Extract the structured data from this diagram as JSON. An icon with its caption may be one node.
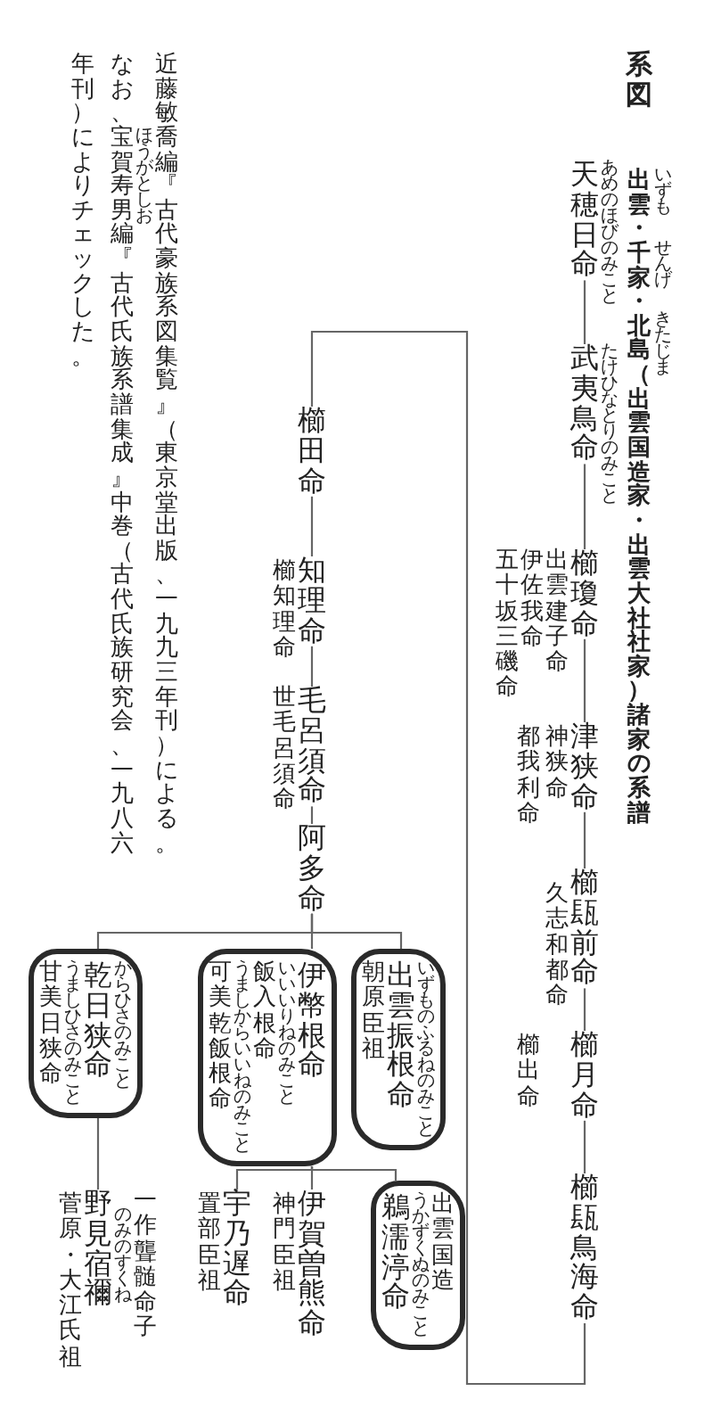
{
  "diagram": {
    "title": "系図",
    "nodes": [
      {
        "text": [
          "天穂日命",
          "あめのほびのみこと"
        ]
      },
      {
        "text": [
          "武夷鳥命",
          "たけひなとりのみこと"
        ]
      },
      {
        "text": [
          "櫛瓊命"
        ],
        "beside": [
          "出雲建子命",
          "伊佐我命",
          "五十坂三磯命"
        ]
      },
      {
        "text": [
          "津狭命"
        ],
        "beside": [
          "神狭命",
          "都我利命"
        ]
      },
      {
        "text": [
          "櫛瓺前命"
        ],
        "beside": [
          "久志和都命"
        ]
      },
      {
        "text": [
          "櫛月命"
        ],
        "beside": [
          "櫛出命"
        ]
      },
      {
        "text": [
          "櫛瓺鳥海命"
        ]
      },
      {
        "text": [
          "櫛田命"
        ]
      },
      {
        "text": [
          "知理命"
        ],
        "beside": [
          "櫛知理命"
        ]
      },
      {
        "text": [
          "毛呂須命"
        ],
        "beside": [
          "世毛呂須命"
        ]
      },
      {
        "text": [
          "阿多命"
        ]
      },
      {
        "text": [
          "朝原臣祖",
          "出雲振根命",
          "いずものふるねのみこと"
        ]
      },
      {
        "text": [
          "可美乾飯根命",
          "うましからいいねのみこと",
          "飯入根命",
          "いいいりねのみこと",
          "伊幣根命"
        ]
      },
      {
        "text": [
          "甘美日狭命",
          "うましひさのみこと",
          "乾日狭命",
          "からひさのみこと"
        ]
      },
      {
        "text": [
          "鵜濡渟命",
          "うかずくぬのみこと",
          "出雲国造"
        ]
      },
      {
        "text": [
          "伊賀曽熊命"
        ],
        "beside": [
          "神門臣祖"
        ]
      },
      {
        "text": [
          "宇乃遅命"
        ],
        "beside": [
          "置部臣祖"
        ]
      },
      {
        "text": [
          "野見宿禰",
          "のみのすくね"
        ],
        "beside": [
          "菅原・大江氏祖",
          "一作聾髄命子"
        ]
      }
    ],
    "edges": [
      {
        "from": 0,
        "to": 1,
        "arrow": "none"
      },
      {
        "from": 1,
        "to": 2,
        "arrow": "none"
      },
      {
        "from": 2,
        "to": 3,
        "arrow": "none"
      },
      {
        "from": 3,
        "to": 4,
        "arrow": "none"
      },
      {
        "from": 4,
        "to": 5,
        "arrow": "none"
      },
      {
        "from": 5,
        "to": 6,
        "arrow": "none"
      },
      {
        "from": 6,
        "to": 7,
        "arrow": "none"
      },
      {
        "from": 7,
        "to": 8,
        "arrow": "none"
      },
      {
        "from": 8,
        "to": 9,
        "arrow": "none"
      },
      {
        "from": 9,
        "to": 10,
        "arrow": "none"
      },
      {
        "from": 10,
        "to": 11,
        "arrow": "none"
      },
      {
        "from": 10,
        "to": 12,
        "arrow": "none"
      },
      {
        "from": 10,
        "to": 13,
        "arrow": "none"
      },
      {
        "from": 12,
        "to": 14,
        "arrow": "none"
      },
      {
        "from": 12,
        "to": 15,
        "arrow": "none"
      },
      {
        "from": 12,
        "to": 16,
        "arrow": "none"
      },
      {
        "from": 13,
        "to": 17,
        "arrow": "none"
      }
    ],
    "labels": [
      "出雲・千家・北島（出雲国造家・出雲大社社家）諸家の系譜",
      "いずも",
      "せんげ",
      "きたじま",
      "近藤敏喬編『古代豪族系図集覧』（東京堂出版、一九九三年刊）による。",
      "ほうがとしお",
      "なお、宝賀寿男編『古代氏族系譜集成』中巻（古代氏族研究会、一九八六年刊）によりチェックした。"
    ]
  }
}
